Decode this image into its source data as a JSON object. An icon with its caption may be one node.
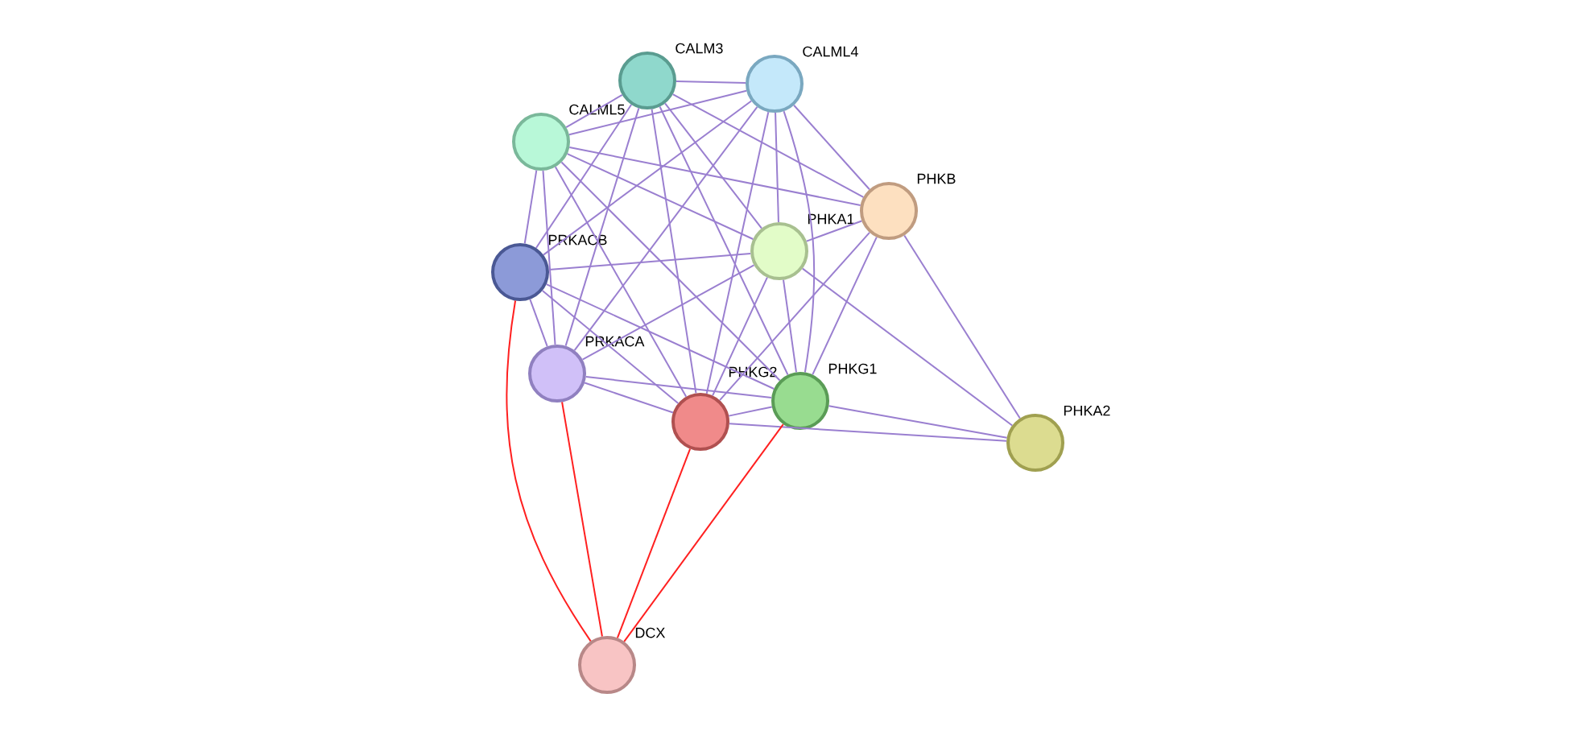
{
  "diagram": {
    "nodes": [
      {
        "text": [
          "CALM3"
        ]
      },
      {
        "text": [
          "CALML4"
        ]
      },
      {
        "text": [
          "CALML5"
        ]
      },
      {
        "text": [
          "PHKB"
        ]
      },
      {
        "text": [
          "PHKA1"
        ]
      },
      {
        "text": [
          "PRKACB"
        ]
      },
      {
        "text": [
          "PRKACA"
        ]
      },
      {
        "text": [
          "PHKG2"
        ]
      },
      {
        "text": [
          "PHKG1"
        ]
      },
      {
        "text": [
          "PHKA2"
        ]
      },
      {
        "text": [
          "DCX"
        ]
      }
    ],
    "edges": [
      {
        "from": 0,
        "to": 1,
        "arrow": "none"
      },
      {
        "from": 0,
        "to": 2,
        "arrow": "none"
      },
      {
        "from": 1,
        "to": 2,
        "arrow": "none"
      },
      {
        "from": 0,
        "to": 3,
        "arrow": "none"
      },
      {
        "from": 0,
        "to": 4,
        "arrow": "none"
      },
      {
        "from": 0,
        "to": 5,
        "arrow": "none"
      },
      {
        "from": 0,
        "to": 6,
        "arrow": "none"
      },
      {
        "from": 0,
        "to": 7,
        "arrow": "none"
      },
      {
        "from": 0,
        "to": 8,
        "arrow": "none"
      },
      {
        "from": 1,
        "to": 3,
        "arrow": "none"
      },
      {
        "from": 1,
        "to": 4,
        "arrow": "none"
      },
      {
        "from": 1,
        "to": 5,
        "arrow": "none"
      },
      {
        "from": 1,
        "to": 6,
        "arrow": "none"
      },
      {
        "from": 1,
        "to": 7,
        "arrow": "none"
      },
      {
        "from": 1,
        "to": 8,
        "arrow": "none"
      },
      {
        "from": 2,
        "to": 3,
        "arrow": "none"
      },
      {
        "from": 2,
        "to": 4,
        "arrow": "none"
      },
      {
        "from": 2,
        "to": 5,
        "arrow": "none"
      },
      {
        "from": 2,
        "to": 6,
        "arrow": "none"
      },
      {
        "from": 2,
        "to": 7,
        "arrow": "none"
      },
      {
        "from": 2,
        "to": 8,
        "arrow": "none"
      },
      {
        "from": 3,
        "to": 4,
        "arrow": "none"
      },
      {
        "from": 3,
        "to": 7,
        "arrow": "none"
      },
      {
        "from": 3,
        "to": 8,
        "arrow": "none"
      },
      {
        "from": 3,
        "to": 9,
        "arrow": "none"
      },
      {
        "from": 4,
        "to": 5,
        "arrow": "none"
      },
      {
        "from": 4,
        "to": 6,
        "arrow": "none"
      },
      {
        "from": 4,
        "to": 7,
        "arrow": "none"
      },
      {
        "from": 4,
        "to": 8,
        "arrow": "none"
      },
      {
        "from": 4,
        "to": 9,
        "arrow": "none"
      },
      {
        "from": 5,
        "to": 6,
        "arrow": "none"
      },
      {
        "from": 5,
        "to": 7,
        "arrow": "none"
      },
      {
        "from": 5,
        "to": 8,
        "arrow": "none"
      },
      {
        "from": 6,
        "to": 7,
        "arrow": "none"
      },
      {
        "from": 6,
        "to": 8,
        "arrow": "none"
      },
      {
        "from": 7,
        "to": 8,
        "arrow": "none"
      },
      {
        "from": 7,
        "to": 9,
        "arrow": "none"
      },
      {
        "from": 8,
        "to": 9,
        "arrow": "none"
      },
      {
        "from": 5,
        "to": 10,
        "arrow": "none",
        "color": "#ff2020"
      },
      {
        "from": 6,
        "to": 10,
        "arrow": "none",
        "color": "#ff2020"
      },
      {
        "from": 7,
        "to": 10,
        "arrow": "none",
        "color": "#ff2020"
      },
      {
        "from": 8,
        "to": 10,
        "arrow": "none",
        "color": "#ff2020"
      }
    ]
  }
}
